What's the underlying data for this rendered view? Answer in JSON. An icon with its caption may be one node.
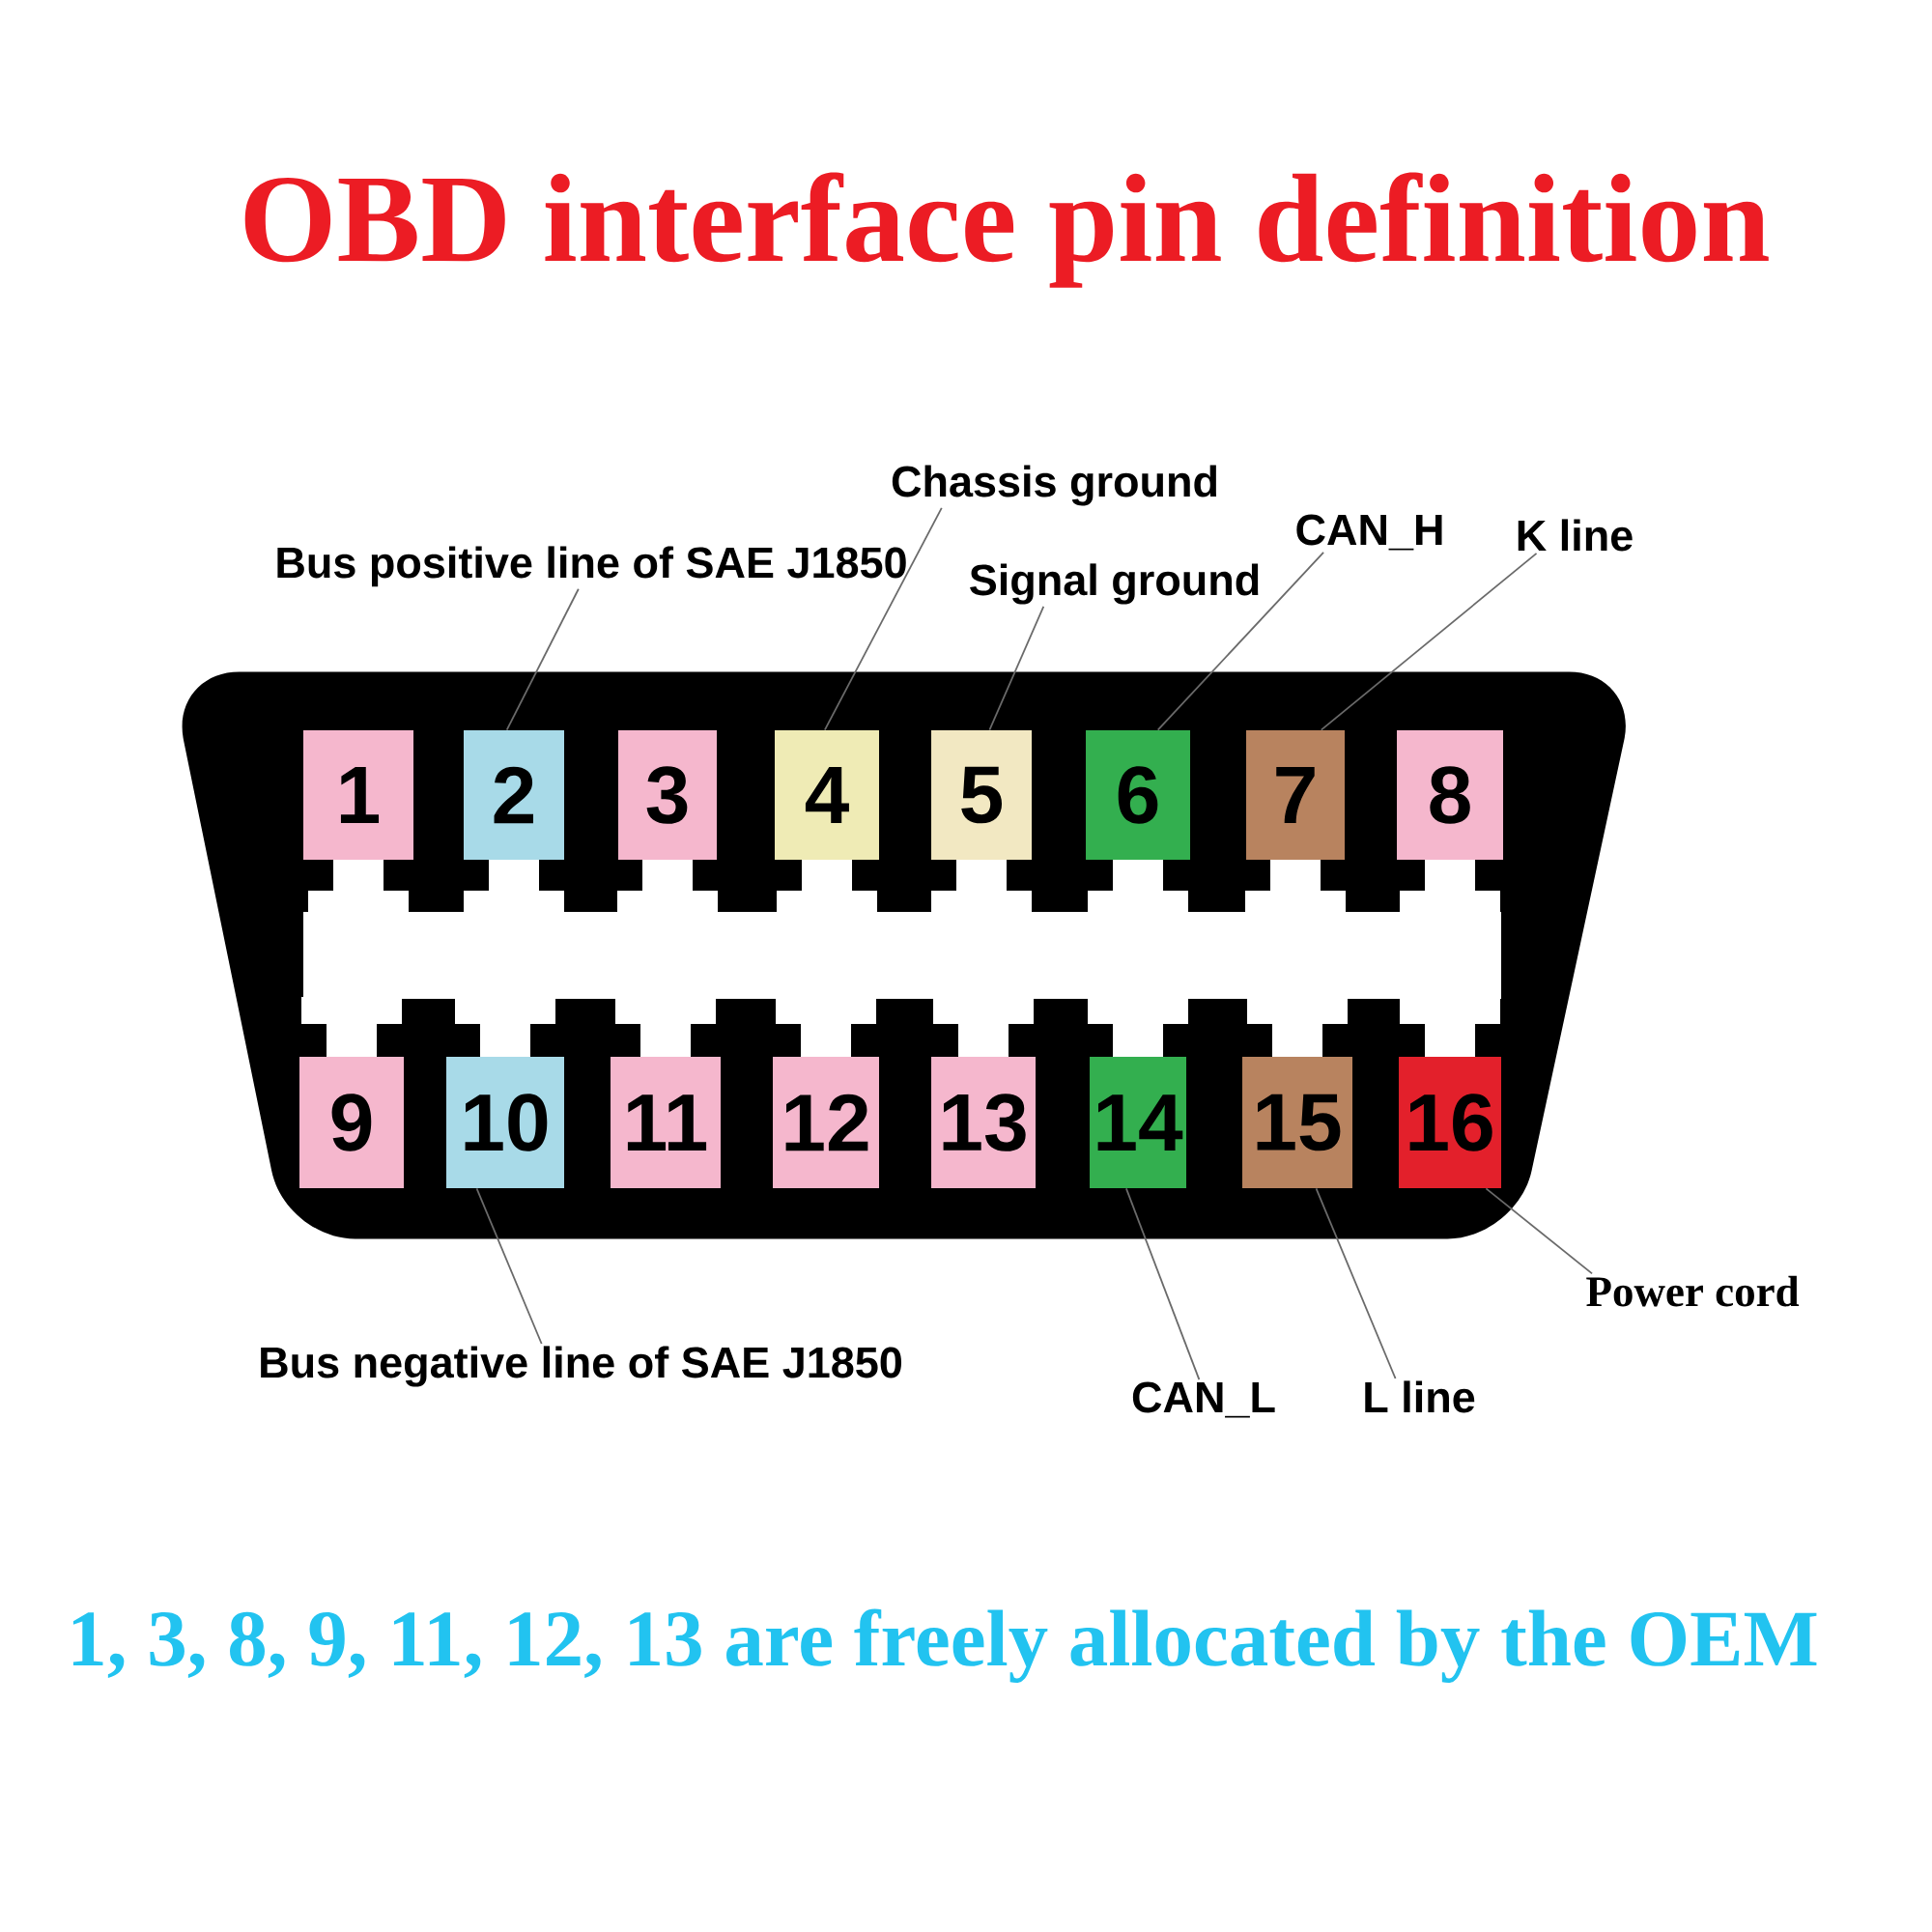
{
  "diagram": {
    "title": "OBD interface pin definition",
    "caption": "1, 3, 8, 9, 11, 12, 13 are freely allocated by the OEM",
    "nodes": [
      {
        "text": [
          "Bus positive line of SAE J1850"
        ]
      },
      {
        "text": [
          "Chassis ground"
        ]
      },
      {
        "text": [
          "Signal ground"
        ]
      },
      {
        "text": [
          "CAN_H"
        ]
      },
      {
        "text": [
          "K line"
        ]
      },
      {
        "text": [],
        "shape": "trapezoid"
      },
      {
        "text": [
          "1"
        ],
        "in": 5
      },
      {
        "text": [
          "2"
        ],
        "in": 5
      },
      {
        "text": [
          "3"
        ],
        "in": 5
      },
      {
        "text": [
          "4"
        ],
        "in": 5
      },
      {
        "text": [
          "5"
        ],
        "in": 5
      },
      {
        "text": [
          "6"
        ],
        "in": 5
      },
      {
        "text": [
          "7"
        ],
        "in": 5
      },
      {
        "text": [
          "8"
        ],
        "in": 5
      },
      {
        "text": [
          "9"
        ],
        "in": 5
      },
      {
        "text": [
          "10"
        ],
        "in": 5
      },
      {
        "text": [
          "11"
        ],
        "in": 5
      },
      {
        "text": [
          "12"
        ],
        "in": 5
      },
      {
        "text": [
          "13"
        ],
        "in": 5
      },
      {
        "text": [
          "14"
        ],
        "in": 5
      },
      {
        "text": [
          "15"
        ],
        "in": 5
      },
      {
        "text": [
          "16"
        ],
        "in": 5
      },
      {
        "text": [
          "Power cord"
        ]
      },
      {
        "text": [
          "Bus negative line of SAE J1850"
        ]
      },
      {
        "text": [
          "CAN_L"
        ]
      },
      {
        "text": [
          "L line"
        ]
      }
    ],
    "edges": [
      {
        "from": 0,
        "to": 7,
        "arrow": "none"
      },
      {
        "from": 1,
        "to": 9,
        "arrow": "none"
      },
      {
        "from": 2,
        "to": 10,
        "arrow": "none"
      },
      {
        "from": 3,
        "to": 11,
        "arrow": "none"
      },
      {
        "from": 4,
        "to": 12,
        "arrow": "none"
      },
      {
        "from": 22,
        "to": 21,
        "arrow": "none"
      },
      {
        "from": 23,
        "to": 15,
        "arrow": "none"
      },
      {
        "from": 24,
        "to": 19,
        "arrow": "none"
      },
      {
        "from": 25,
        "to": 20,
        "arrow": "none"
      }
    ]
  }
}
